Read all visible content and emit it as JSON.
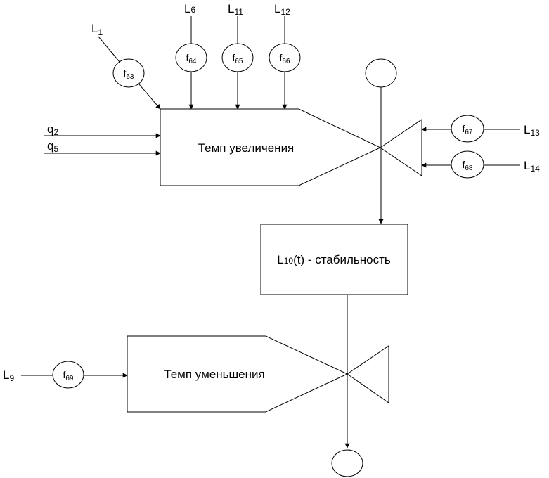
{
  "blocks": {
    "increase_rate": "Темп увеличения",
    "stability_main": "L",
    "stability_sub": "10",
    "stability_rest": "(t) - стабильность",
    "decrease_rate": "Темп уменьшения"
  },
  "inputs": {
    "L1": {
      "main": "L",
      "sub": "1"
    },
    "L6": {
      "main": "L",
      "sub": "6"
    },
    "L11": {
      "main": "L",
      "sub": "11"
    },
    "L12": {
      "main": "L",
      "sub": "12"
    },
    "L13": {
      "main": "L",
      "sub": "13"
    },
    "L14": {
      "main": "L",
      "sub": "14"
    },
    "L9": {
      "main": "L",
      "sub": "9"
    },
    "q2": {
      "main": "q",
      "sub": "2"
    },
    "q5": {
      "main": "q",
      "sub": "5"
    }
  },
  "functions": {
    "f63": {
      "main": "f",
      "sub": "63"
    },
    "f64": {
      "main": "f",
      "sub": "64"
    },
    "f65": {
      "main": "f",
      "sub": "65"
    },
    "f66": {
      "main": "f",
      "sub": "66"
    },
    "f67": {
      "main": "f",
      "sub": "67"
    },
    "f68": {
      "main": "f",
      "sub": "68"
    },
    "f69": {
      "main": "f",
      "sub": "69"
    }
  }
}
